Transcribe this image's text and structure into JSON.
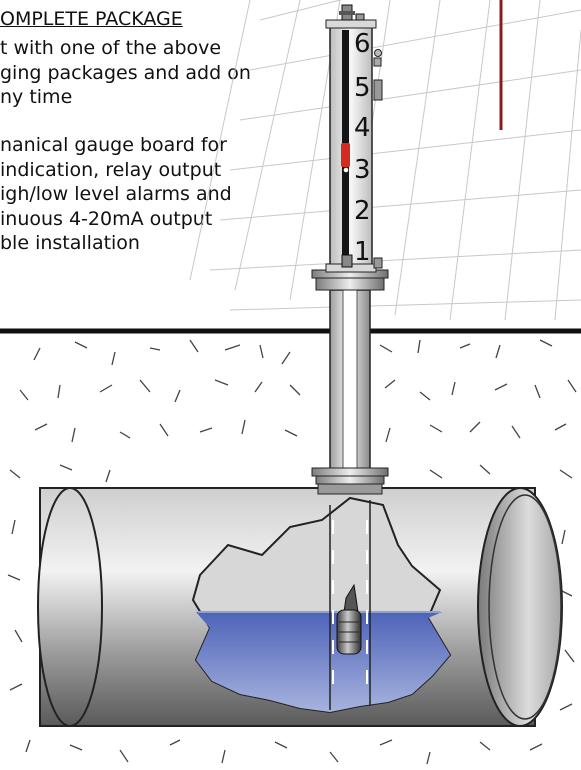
{
  "heading": "OMPLETE PACKAGE",
  "text_lines": [
    "t with one of the above",
    "ging packages and add on",
    "ny time",
    "nanical gauge board for",
    " indication, relay output",
    "igh/low level alarms and",
    "inuous 4-20mA output",
    "ble installation"
  ],
  "gauge_scale": [
    "6",
    "5",
    "4",
    "3",
    "2",
    "1"
  ],
  "colors": {
    "indicator": "#d42a1f",
    "accent_line": "#8b1c1c",
    "liquid": "#5f73bf",
    "tank_metal": "#b0b0b0"
  }
}
